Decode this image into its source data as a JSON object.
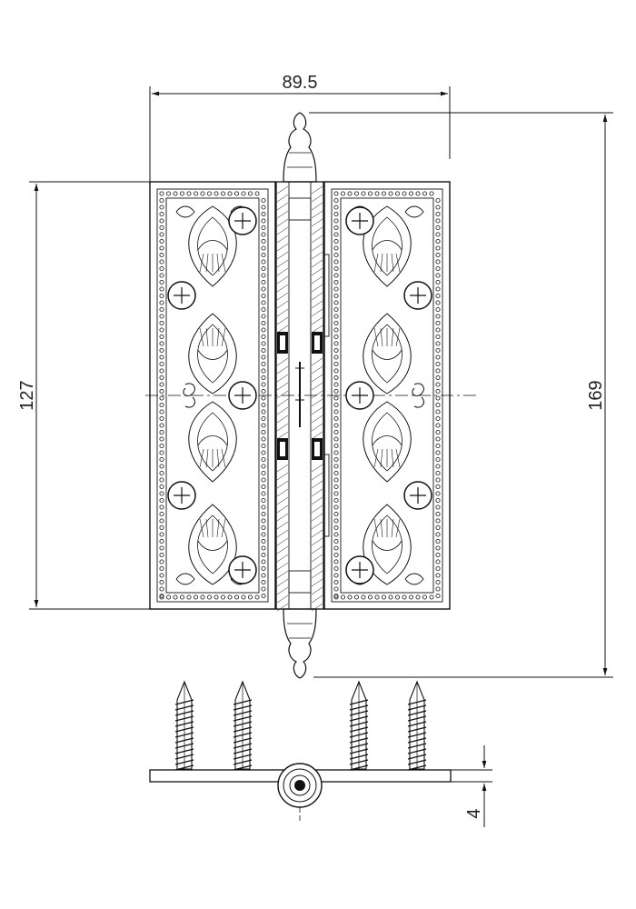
{
  "drawing": {
    "dimensions": {
      "width_label": "89.5",
      "leaf_height_label": "127",
      "total_height_label": "169",
      "thickness_label": "4"
    },
    "colors": {
      "line": "#111111",
      "background": "#ffffff"
    }
  }
}
